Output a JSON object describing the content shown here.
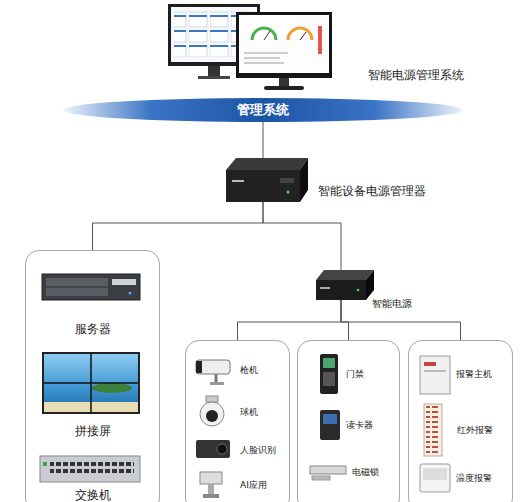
{
  "diagram": {
    "nodes": [
      {
        "text": [
          "智能电源管理系统"
        ]
      },
      {
        "text": [
          "管理系统"
        ]
      },
      {
        "text": [
          "智能设备电源管理器"
        ]
      },
      {
        "text": []
      },
      {
        "text": [
          "服务器"
        ],
        "in": 3
      },
      {
        "text": [
          "拼接屏"
        ],
        "in": 3
      },
      {
        "text": [
          "交换机"
        ],
        "in": 3
      },
      {
        "text": [
          "智能电源"
        ]
      },
      {
        "text": []
      },
      {
        "text": [
          "枪机"
        ],
        "in": 8
      },
      {
        "text": [
          "球机"
        ],
        "in": 8
      },
      {
        "text": [
          "人脸识别"
        ],
        "in": 8
      },
      {
        "text": [
          "AI应用"
        ],
        "in": 8
      },
      {
        "text": []
      },
      {
        "text": [
          "门禁"
        ],
        "in": 13
      },
      {
        "text": [
          "读卡器"
        ],
        "in": 13
      },
      {
        "text": [
          "电磁锁"
        ],
        "in": 13
      },
      {
        "text": []
      },
      {
        "text": [
          "报警主机"
        ],
        "in": 17
      },
      {
        "text": [
          "红外报警"
        ],
        "in": 17
      },
      {
        "text": [
          "温度报警"
        ],
        "in": 17
      }
    ],
    "edges": [
      {
        "from": 1,
        "to": 2,
        "arrow": "none"
      },
      {
        "from": 2,
        "to": 3,
        "arrow": "none"
      },
      {
        "from": 2,
        "to": 7,
        "arrow": "none"
      },
      {
        "from": 7,
        "to": 8,
        "arrow": "none"
      },
      {
        "from": 7,
        "to": 13,
        "arrow": "none"
      },
      {
        "from": 7,
        "to": 17,
        "arrow": "none"
      }
    ]
  }
}
